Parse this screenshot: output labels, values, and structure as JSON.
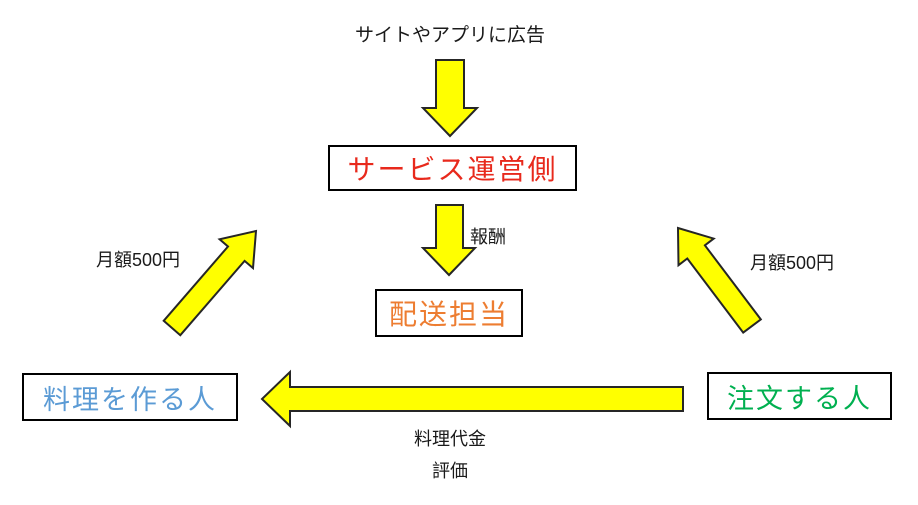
{
  "diagram": {
    "description": "Food delivery service money/relationship flow diagram"
  },
  "nodes": {
    "service_operator": {
      "label": "サービス運営側",
      "color": "#e8291c"
    },
    "delivery": {
      "label": "配送担当",
      "color": "#ed7d31"
    },
    "cook": {
      "label": "料理を作る人",
      "color": "#5b9bd5"
    },
    "orderer": {
      "label": "注文する人",
      "color": "#00b050"
    }
  },
  "labels": {
    "ad": "サイトやアプリに広告",
    "reward": "報酬",
    "monthly_fee_left": "月額500円",
    "monthly_fee_right": "月額500円",
    "meal_payment": "料理代金",
    "rating": "評価"
  },
  "colors": {
    "arrow_fill": "#ffff00",
    "arrow_outline": "#262626",
    "box_border": "#000000",
    "background": "#ffffff",
    "label_text": "#1a1a1a"
  }
}
